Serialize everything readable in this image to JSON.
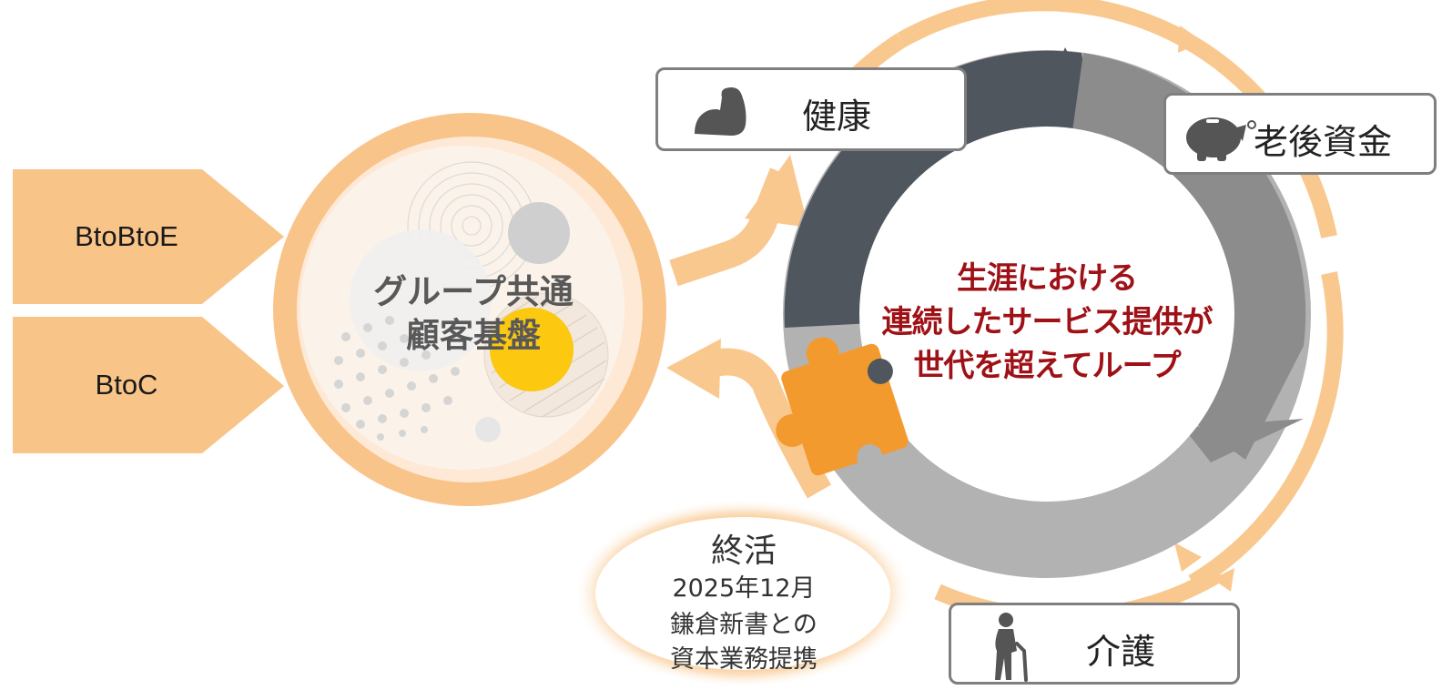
{
  "segments": [
    {
      "label": "BtoBtoE"
    },
    {
      "label": "BtoC"
    }
  ],
  "hub": {
    "line1": "グループ共通",
    "line2": "顧客基盤"
  },
  "center": {
    "line1": "生涯における",
    "line2": "連続したサービス提供が",
    "line3": "世代を超えてループ"
  },
  "stages": {
    "health": {
      "label": "健康",
      "icon": "muscle-arm-icon"
    },
    "retirement": {
      "label": "老後資金",
      "icon": "piggy-bank-icon"
    },
    "care": {
      "label": "介護",
      "icon": "elderly-person-icon"
    }
  },
  "shukatsu": {
    "title": "終活",
    "date": "2025年12月",
    "line2": "鎌倉新書との",
    "line3": "資本業務提携"
  },
  "colors": {
    "orange_light": "#F8C488",
    "orange_ring": "#F9BE7E",
    "puzzle": "#F39A2E",
    "dark_gray": "#4F565E",
    "mid_gray": "#8C8C8C",
    "light_gray": "#B2B2B2",
    "accent_red": "#9E1116",
    "yellow": "#FCC810"
  }
}
